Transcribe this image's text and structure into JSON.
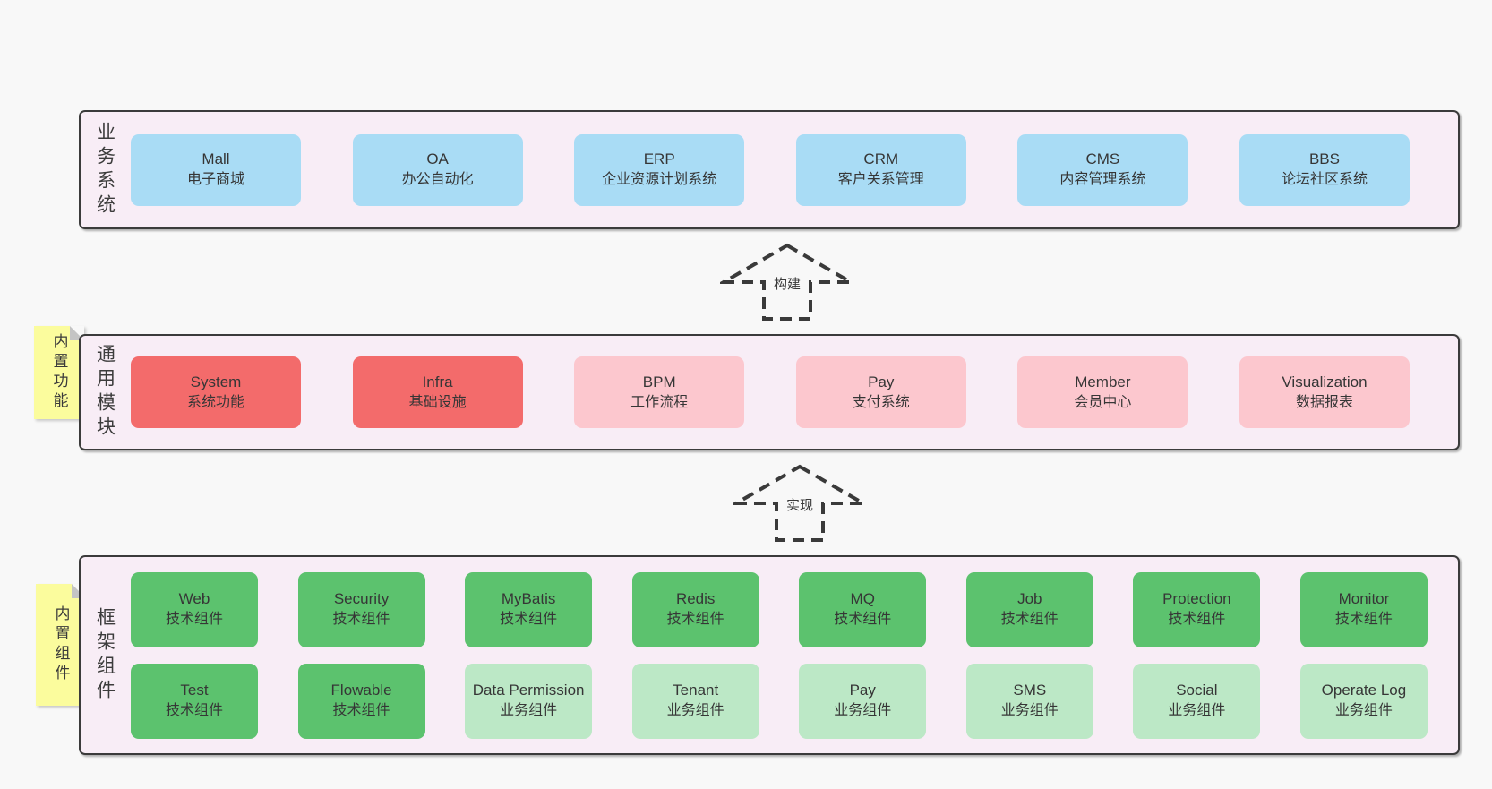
{
  "colors": {
    "page_bg": "#f8f8f8",
    "band_bg": "#f8edf6",
    "band_border": "#3b3b3b",
    "blue_box": "#a9dcf5",
    "red_box": "#f36b6b",
    "pink_box": "#fcc7ce",
    "green_box": "#5cc26e",
    "green_light_box": "#bce8c6",
    "sticky_yellow": "#fbfc9d",
    "text": "#3a3a3a"
  },
  "arrows": [
    {
      "label": "构建"
    },
    {
      "label": "实现"
    }
  ],
  "bands": [
    {
      "label": "业务系统",
      "sticky": null,
      "rows": [
        [
          {
            "title": "Mall",
            "subtitle": "电子商城",
            "variant": "blue"
          },
          {
            "title": "OA",
            "subtitle": "办公自动化",
            "variant": "blue"
          },
          {
            "title": "ERP",
            "subtitle": "企业资源计划系统",
            "variant": "blue"
          },
          {
            "title": "CRM",
            "subtitle": "客户关系管理",
            "variant": "blue"
          },
          {
            "title": "CMS",
            "subtitle": "内容管理系统",
            "variant": "blue"
          },
          {
            "title": "BBS",
            "subtitle": "论坛社区系统",
            "variant": "blue"
          }
        ]
      ]
    },
    {
      "label": "通用模块",
      "sticky": "内置功能",
      "rows": [
        [
          {
            "title": "System",
            "subtitle": "系统功能",
            "variant": "red"
          },
          {
            "title": "Infra",
            "subtitle": "基础设施",
            "variant": "red"
          },
          {
            "title": "BPM",
            "subtitle": "工作流程",
            "variant": "pink"
          },
          {
            "title": "Pay",
            "subtitle": "支付系统",
            "variant": "pink"
          },
          {
            "title": "Member",
            "subtitle": "会员中心",
            "variant": "pink"
          },
          {
            "title": "Visualization",
            "subtitle": "数据报表",
            "variant": "pink"
          }
        ]
      ]
    },
    {
      "label": "框架组件",
      "sticky": "内置组件",
      "rows": [
        [
          {
            "title": "Web",
            "subtitle": "技术组件",
            "variant": "green"
          },
          {
            "title": "Security",
            "subtitle": "技术组件",
            "variant": "green"
          },
          {
            "title": "MyBatis",
            "subtitle": "技术组件",
            "variant": "green"
          },
          {
            "title": "Redis",
            "subtitle": "技术组件",
            "variant": "green"
          },
          {
            "title": "MQ",
            "subtitle": "技术组件",
            "variant": "green"
          },
          {
            "title": "Job",
            "subtitle": "技术组件",
            "variant": "green"
          },
          {
            "title": "Protection",
            "subtitle": "技术组件",
            "variant": "green"
          },
          {
            "title": "Monitor",
            "subtitle": "技术组件",
            "variant": "green"
          }
        ],
        [
          {
            "title": "Test",
            "subtitle": "技术组件",
            "variant": "green"
          },
          {
            "title": "Flowable",
            "subtitle": "技术组件",
            "variant": "green"
          },
          {
            "title": "Data Permission",
            "subtitle": "业务组件",
            "variant": "green-light"
          },
          {
            "title": "Tenant",
            "subtitle": "业务组件",
            "variant": "green-light"
          },
          {
            "title": "Pay",
            "subtitle": "业务组件",
            "variant": "green-light"
          },
          {
            "title": "SMS",
            "subtitle": "业务组件",
            "variant": "green-light"
          },
          {
            "title": "Social",
            "subtitle": "业务组件",
            "variant": "green-light"
          },
          {
            "title": "Operate Log",
            "subtitle": "业务组件",
            "variant": "green-light"
          }
        ]
      ]
    }
  ]
}
